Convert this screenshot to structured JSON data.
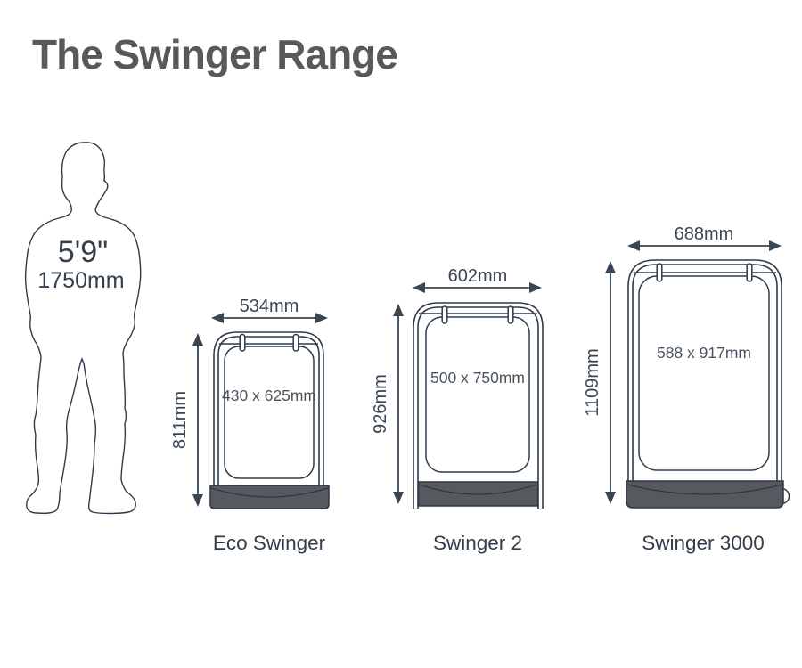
{
  "title": "The Swinger Range",
  "scale_figure": {
    "height_imperial": "5'9\"",
    "height_metric": "1750mm"
  },
  "products": [
    {
      "name": "Eco Swinger",
      "overall_width": "534mm",
      "overall_height": "811mm",
      "panel_size": "430 x 625mm"
    },
    {
      "name": "Swinger 2",
      "overall_width": "602mm",
      "overall_height": "926mm",
      "panel_size": "500 x 750mm"
    },
    {
      "name": "Swinger 3000",
      "overall_width": "688mm",
      "overall_height": "1109mm",
      "panel_size": "588 x 917mm"
    }
  ],
  "colors": {
    "background": "#ffffff",
    "title_text": "#58595b",
    "line_art": "#2f3b49",
    "dimension": "#3a4653",
    "panel_text": "#4b545e",
    "product_label": "#333e4a",
    "base_fill": "#56595d"
  }
}
